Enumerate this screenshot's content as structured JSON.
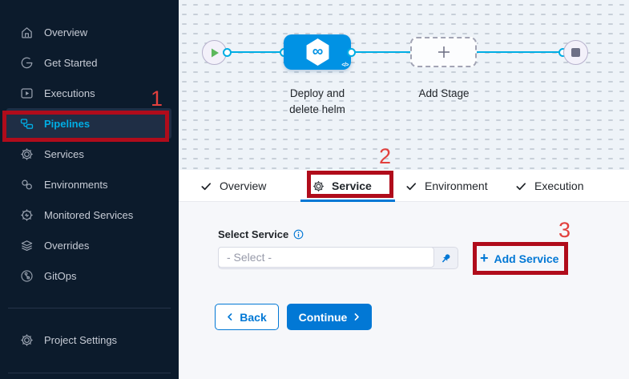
{
  "sidebar": {
    "items": [
      {
        "label": "Overview",
        "icon": "home-icon"
      },
      {
        "label": "Get Started",
        "icon": "get-started-icon"
      },
      {
        "label": "Executions",
        "icon": "executions-icon"
      },
      {
        "label": "Pipelines",
        "icon": "pipelines-icon",
        "active": true
      },
      {
        "label": "Services",
        "icon": "services-gear-icon"
      },
      {
        "label": "Environments",
        "icon": "environments-icon"
      },
      {
        "label": "Monitored Services",
        "icon": "monitored-services-icon"
      },
      {
        "label": "Overrides",
        "icon": "overrides-layers-icon"
      },
      {
        "label": "GitOps",
        "icon": "gitops-icon"
      }
    ],
    "footer_item": {
      "label": "Project Settings",
      "icon": "settings-gear-icon"
    }
  },
  "canvas": {
    "stage_name_line1": "Deploy and",
    "stage_name_line2": "delete helm",
    "add_stage_label": "Add Stage",
    "stage_icon_glyph": "∞",
    "code_icon_glyph": "</>"
  },
  "tabs": [
    {
      "label": "Overview",
      "icon": "check-icon"
    },
    {
      "label": "Service",
      "icon": "gear-icon",
      "active": true
    },
    {
      "label": "Environment",
      "icon": "check-icon"
    },
    {
      "label": "Execution",
      "icon": "check-icon"
    }
  ],
  "form": {
    "select_service_label": "Select Service",
    "select_placeholder": "- Select -",
    "add_service_plus": "+",
    "add_service_label": "Add Service",
    "back_label": "Back",
    "continue_label": "Continue"
  },
  "annotations": {
    "step1": "1",
    "step2": "2",
    "step3": "3"
  },
  "colors": {
    "sidebar_bg": "#0c1b2c",
    "active_item_bg": "#1f2e45",
    "highlight_cyan": "#00ade4",
    "node_blue": "#0092e4",
    "accent_blue": "#0278d5",
    "annotation_box_red": "#b00c1b",
    "annotation_number_red": "#e2403d",
    "canvas_bg": "#eef3f8",
    "content_bg": "#f6f7fa",
    "play_green": "#5cb85c"
  }
}
